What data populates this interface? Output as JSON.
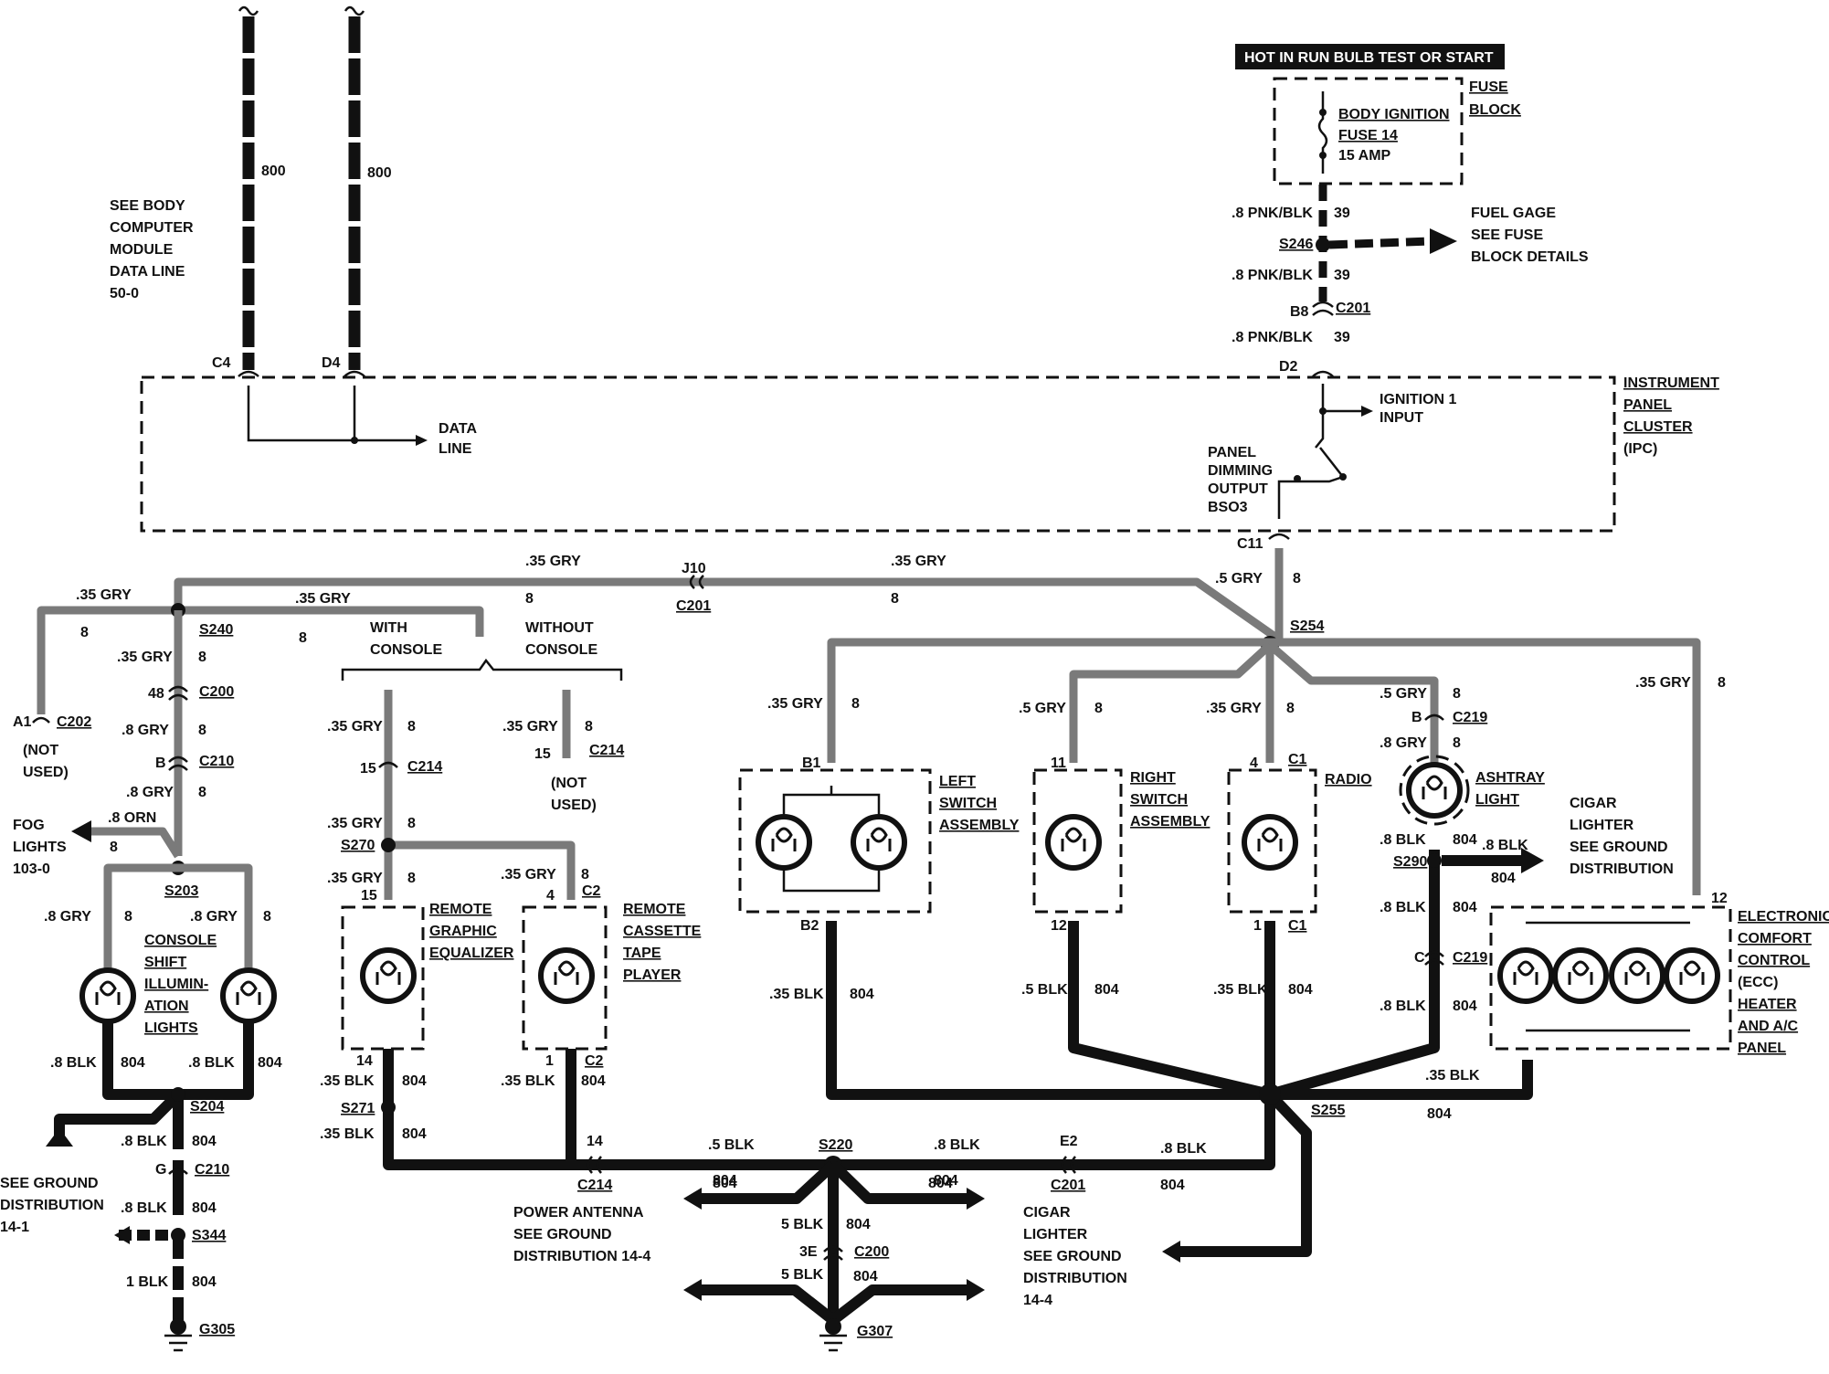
{
  "power": {
    "header": "HOT IN RUN BULB TEST OR START",
    "fuse_block": [
      "FUSE",
      "BLOCK"
    ],
    "fuse": [
      "BODY IGNITION",
      "FUSE 14",
      "15 AMP"
    ]
  },
  "feed": {
    "w1": ".8 PNK/BLK",
    "c1": "39",
    "s246": "S246",
    "fuel": [
      "FUEL GAGE",
      "SEE FUSE",
      "BLOCK DETAILS"
    ],
    "w2": ".8 PNK/BLK",
    "c2": "39",
    "b8": "B8",
    "c201": "C201",
    "w3": ".8 PNK/BLK",
    "c3": "39",
    "d2": "D2"
  },
  "bcm": {
    "lines": [
      "SEE BODY",
      "COMPUTER",
      "MODULE",
      "DATA LINE",
      "50-0"
    ],
    "circuit": "800",
    "c4": "C4",
    "d4": "D4",
    "data_line": [
      "DATA",
      "LINE"
    ]
  },
  "ipc": {
    "name": [
      "INSTRUMENT",
      "PANEL",
      "CLUSTER",
      "(IPC)"
    ],
    "ignition": [
      "IGNITION 1",
      "INPUT"
    ],
    "dimming": [
      "PANEL",
      "DIMMING",
      "OUTPUT",
      "BSO3"
    ],
    "c11": "C11"
  },
  "gry": {
    "w035": ".35 GRY",
    "w05": ".5 GRY",
    "w08": ".8 GRY",
    "c8": "8",
    "j10": "J10",
    "c201": "C201",
    "s254": "S254",
    "s240": "S240",
    "c202": "C202",
    "a1": "A1",
    "not_used": [
      "(NOT",
      "USED)"
    ],
    "c200": "C200",
    "p48": "48",
    "c210": "C210",
    "pb": "B",
    "fog": [
      "FOG",
      "LIGHTS",
      "103-0"
    ],
    "orn": ".8 ORN",
    "s203": "S203",
    "with_console": [
      "WITH",
      "CONSOLE"
    ],
    "without_console": [
      "WITHOUT",
      "CONSOLE"
    ],
    "c214": "C214",
    "p15": "15",
    "s270": "S270",
    "c2": "C2",
    "p4": "4",
    "p8": "8",
    "c219": "C219",
    "p11": "11",
    "c1": "C1",
    "b1": "B1",
    "p12": "12"
  },
  "components": {
    "console": [
      "CONSOLE",
      "SHIFT",
      "ILLUMIN-",
      "ATION",
      "LIGHTS"
    ],
    "equalizer": [
      "REMOTE",
      "GRAPHIC",
      "EQUALIZER"
    ],
    "cassette": [
      "REMOTE",
      "CASSETTE",
      "TAPE",
      "PLAYER"
    ],
    "left_switch": [
      "LEFT",
      "SWITCH",
      "ASSEMBLY"
    ],
    "right_switch": [
      "RIGHT",
      "SWITCH",
      "ASSEMBLY"
    ],
    "radio": [
      "RADIO"
    ],
    "ashtray": [
      "ASHTRAY",
      "LIGHT"
    ],
    "cigar": [
      "CIGAR",
      "LIGHTER",
      "SEE GROUND",
      "DISTRIBUTION"
    ],
    "ecc": [
      "ELECTRONIC",
      "COMFORT",
      "CONTROL",
      "(ECC)",
      "HEATER",
      "AND A/C",
      "PANEL"
    ]
  },
  "ground": {
    "w08": ".8 BLK",
    "w035": ".35 BLK",
    "w05": ".5 BLK",
    "w5": "5 BLK",
    "w1": "1 BLK",
    "c804": "804",
    "s204": "S204",
    "s271": "S271",
    "s220": "S220",
    "s255": "S255",
    "s290": "S290",
    "s344": "S344",
    "c210": "C210",
    "pg": "G",
    "c214": "C214",
    "p14": "14",
    "c200": "C200",
    "p3e": "3E",
    "c201": "C201",
    "pe2": "E2",
    "c219": "C219",
    "pc": "C",
    "c2": "C2",
    "p1": "1",
    "b2": "B2",
    "g305": "G305",
    "g307": "G307",
    "see_ground": [
      "SEE GROUND",
      "DISTRIBUTION",
      "14-1"
    ],
    "antenna": [
      "POWER ANTENNA",
      "SEE GROUND",
      "DISTRIBUTION 14-4"
    ],
    "cigar_ground": [
      "CIGAR",
      "LIGHTER",
      "SEE GROUND",
      "DISTRIBUTION",
      "14-4"
    ]
  }
}
